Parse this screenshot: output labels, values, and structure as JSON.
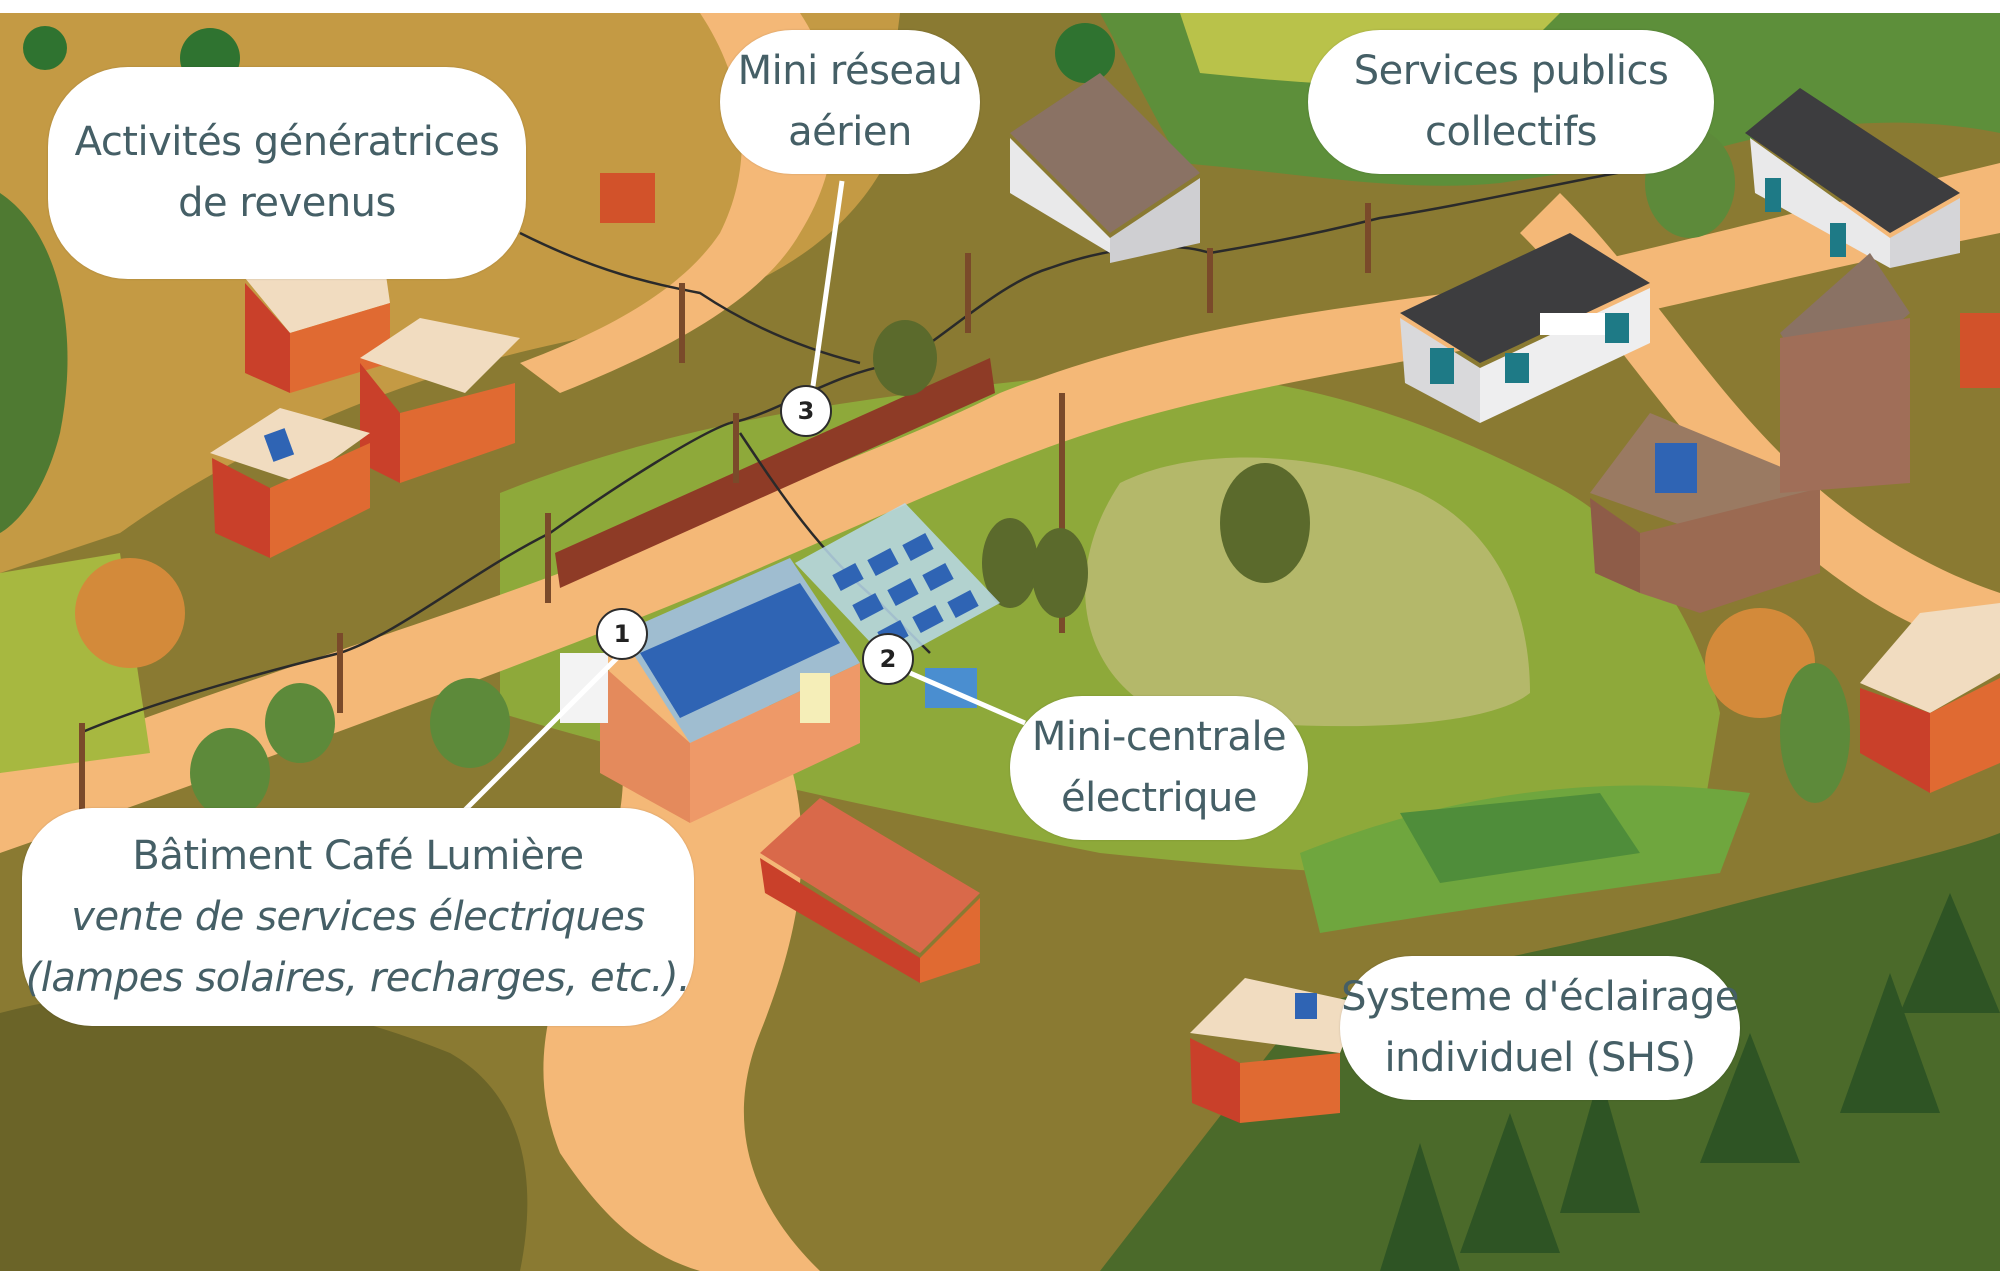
{
  "title": "Village électrifié par mini-réseau solaire",
  "callouts": {
    "activites": {
      "line1": "Activités génératrices",
      "line2": "de revenus"
    },
    "mini_reseau": {
      "line1": "Mini réseau",
      "line2": "aérien",
      "marker": "3"
    },
    "services_publics": {
      "line1": "Services publics",
      "line2": "collectifs"
    },
    "batiment_cafe": {
      "line1": "Bâtiment Café Lumière",
      "line2": "vente de services électriques",
      "line3": "(lampes solaires, recharges, etc.).",
      "marker": "1"
    },
    "mini_centrale": {
      "line1": "Mini-centrale",
      "line2": "électrique",
      "marker": "2"
    },
    "systeme_eclairage": {
      "line1": "Systeme d'éclairage",
      "line2": "individuel (SHS)"
    }
  },
  "colors": {
    "bubble_text": "#455f66",
    "road": "#f4b877",
    "field_dark": "#7a6c2c",
    "grass": "#8ea93a",
    "meadow": "#b4b86a",
    "house_red": "#d2522a",
    "solar_blue": "#2f64b4"
  }
}
